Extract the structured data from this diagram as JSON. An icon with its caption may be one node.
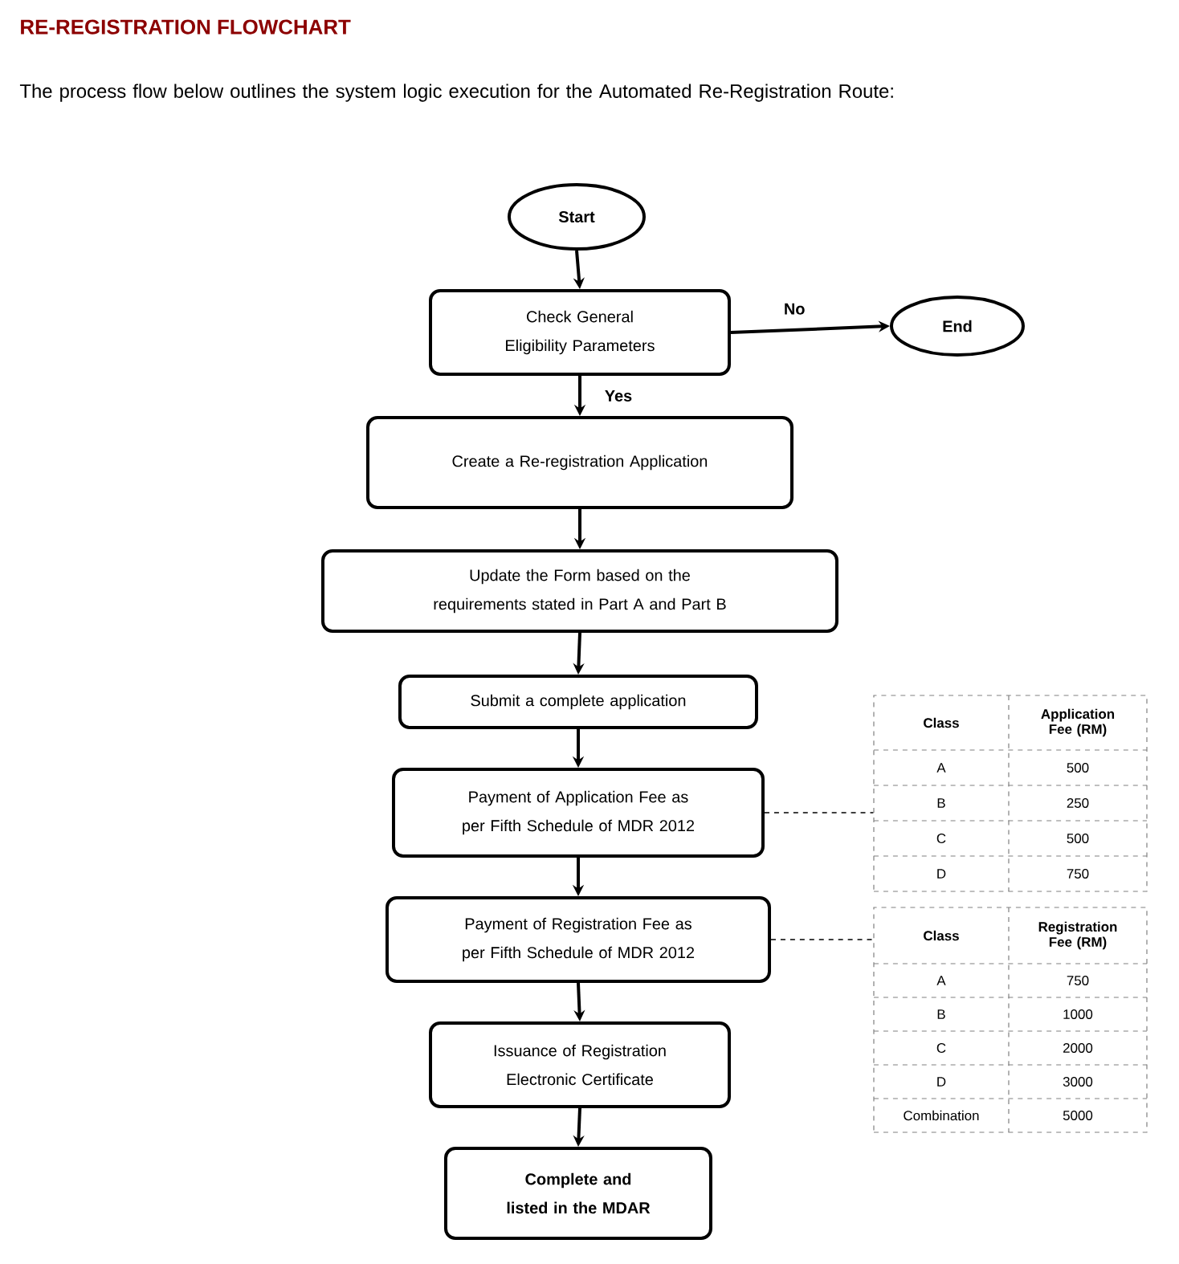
{
  "diagram": {
    "title": "RE-REGISTRATION FLOWCHART",
    "nodes": [
      {
        "text": [
          "Start"
        ]
      },
      {
        "text": [
          "Check General Eligibility Parameters"
        ]
      },
      {
        "text": [
          "End"
        ]
      },
      {
        "text": [
          "Create a Re-registration Application"
        ]
      },
      {
        "text": [
          "Update the Form based on the requirements stated in Part A and Part B"
        ]
      },
      {
        "text": [
          "Submit a complete application"
        ]
      },
      {
        "text": [
          "Payment of Application Fee as per Fifth Schedule of MDR 2012"
        ]
      },
      {
        "text": [
          "Class",
          "Application Fee (RM)",
          "A",
          "500",
          "B",
          "250",
          "C",
          "500",
          "D",
          "750"
        ]
      },
      {
        "text": [
          "Payment of Registration Fee as per Fifth Schedule of MDR 2012"
        ]
      },
      {
        "text": [
          "Class",
          "Registration Fee (RM)",
          "A",
          "750",
          "B",
          "1000",
          "C",
          "2000",
          "D",
          "3000",
          "Combination",
          "5000"
        ]
      },
      {
        "text": [
          "Issuance of Registration Electronic Certificate"
        ]
      },
      {
        "text": [
          "Complete and listed in the MDAR"
        ]
      }
    ],
    "edges": [
      {
        "from": 0,
        "to": 1,
        "arrow": "to"
      },
      {
        "from": 1,
        "to": 2,
        "arrow": "to",
        "label": "No"
      },
      {
        "from": 1,
        "to": 3,
        "arrow": "to",
        "label": "Yes"
      },
      {
        "from": 3,
        "to": 4,
        "arrow": "to"
      },
      {
        "from": 4,
        "to": 5,
        "arrow": "to"
      },
      {
        "from": 5,
        "to": 6,
        "arrow": "to"
      },
      {
        "from": 6,
        "to": 7,
        "arrow": "none",
        "style": "dashed"
      },
      {
        "from": 6,
        "to": 8,
        "arrow": "to"
      },
      {
        "from": 8,
        "to": 9,
        "arrow": "none",
        "style": "dashed"
      },
      {
        "from": 8,
        "to": 10,
        "arrow": "to"
      },
      {
        "from": 10,
        "to": 11,
        "arrow": "to"
      }
    ],
    "labels": [
      "The process flow below outlines the system logic execution for the Automated Re-Registration Route:"
    ]
  }
}
